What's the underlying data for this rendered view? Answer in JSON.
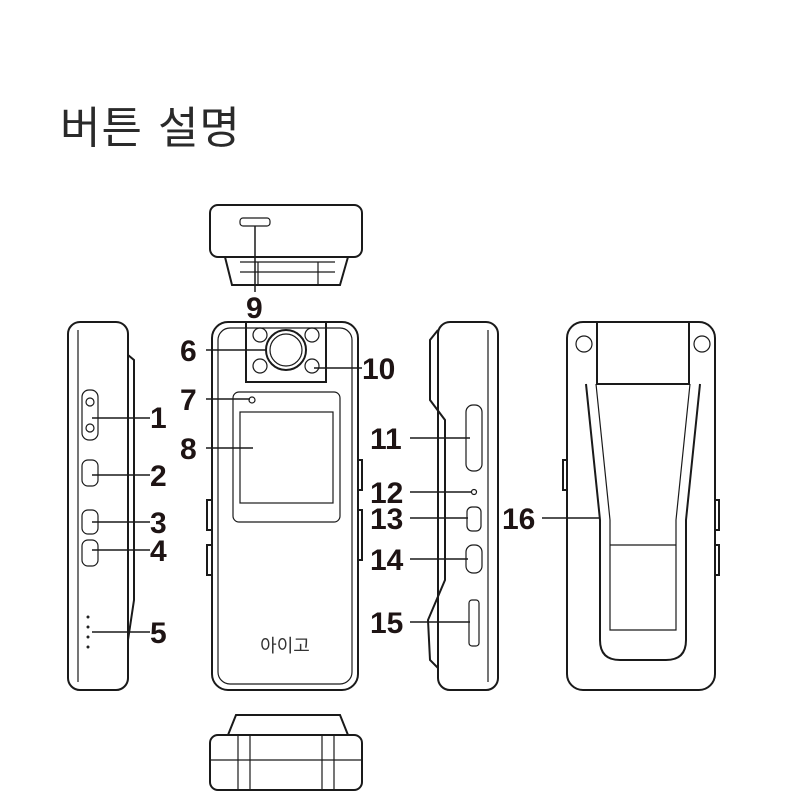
{
  "title": "버튼 설명",
  "device_brand": "아이고",
  "callouts": [
    "1",
    "2",
    "3",
    "4",
    "5",
    "6",
    "7",
    "8",
    "9",
    "10",
    "11",
    "12",
    "13",
    "14",
    "15",
    "16"
  ]
}
